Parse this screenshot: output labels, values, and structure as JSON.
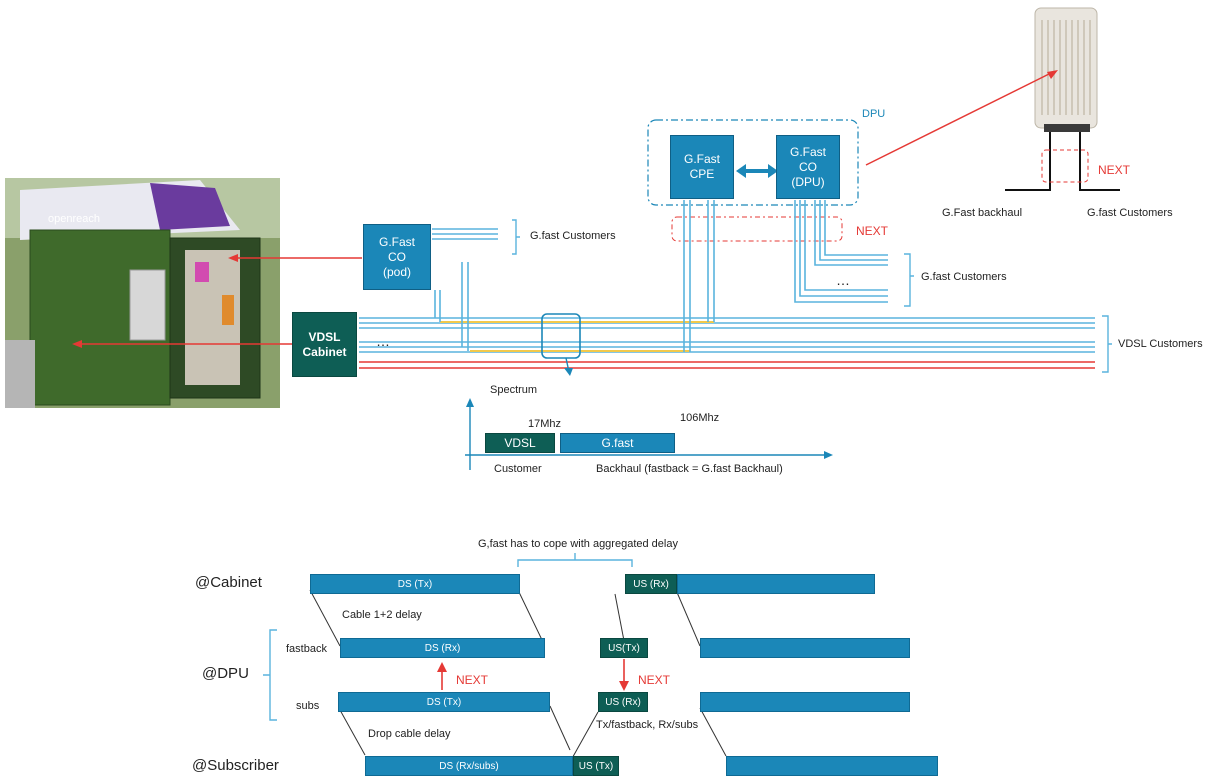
{
  "top": {
    "dpu_label": "DPU",
    "gfast_cpe": [
      "G.Fast",
      "CPE"
    ],
    "gfast_co_dpu": [
      "G.Fast",
      "CO",
      "(DPU)"
    ],
    "gfast_co_pod": [
      "G.Fast",
      "CO",
      "(pod)"
    ],
    "vdsl_cabinet": [
      "VDSL",
      "Cabinet"
    ],
    "next_top": "NEXT",
    "next_mid": "NEXT",
    "gfast_backhaul": "G.Fast backhaul",
    "gfast_customers_photo": "G.fast Customers",
    "gfast_customers_pod": "G.fast Customers",
    "gfast_customers_dpu": "G.fast Customers",
    "vdsl_customers": "VDSL Customers",
    "ellipsis": "…",
    "ellipsis_cab": "…",
    "photo_brand": "openreach"
  },
  "spectrum": {
    "title": "Spectrum",
    "f17": "17Mhz",
    "f106": "106Mhz",
    "vdsl": "VDSL",
    "gfast": "G.fast",
    "customer": "Customer",
    "backhaul": "Backhaul (fastback = G.fast Backhaul)"
  },
  "timing": {
    "header": "G,fast has to cope with aggregated delay",
    "row_cabinet": "@Cabinet",
    "row_dpu": "@DPU",
    "row_subscriber": "@Subscriber",
    "fastback": "fastback",
    "subs": "subs",
    "ds_tx_cab": "DS (Tx)",
    "us_rx_cab": "US (Rx)",
    "cable_delay": "Cable 1+2 delay",
    "ds_rx_fb": "DS (Rx)",
    "us_tx_fb": "US(Tx)",
    "next_a": "NEXT",
    "next_b": "NEXT",
    "ds_tx_subs": "DS (Tx)",
    "us_rx_subs": "US (Rx)",
    "drop_delay": "Drop cable delay",
    "tx_rx_note": "Tx/fastback, Rx/subs",
    "ds_rx_subs": "DS (Rx/subs)",
    "us_tx_subs": "US (Tx)"
  },
  "colors": {
    "blue": "#1b87b8",
    "dark_green": "#0e5e55",
    "line_blue": "#5ab4dd",
    "line_yellow": "#f2c94c",
    "line_red": "#e53935",
    "next_red": "#e53935"
  }
}
